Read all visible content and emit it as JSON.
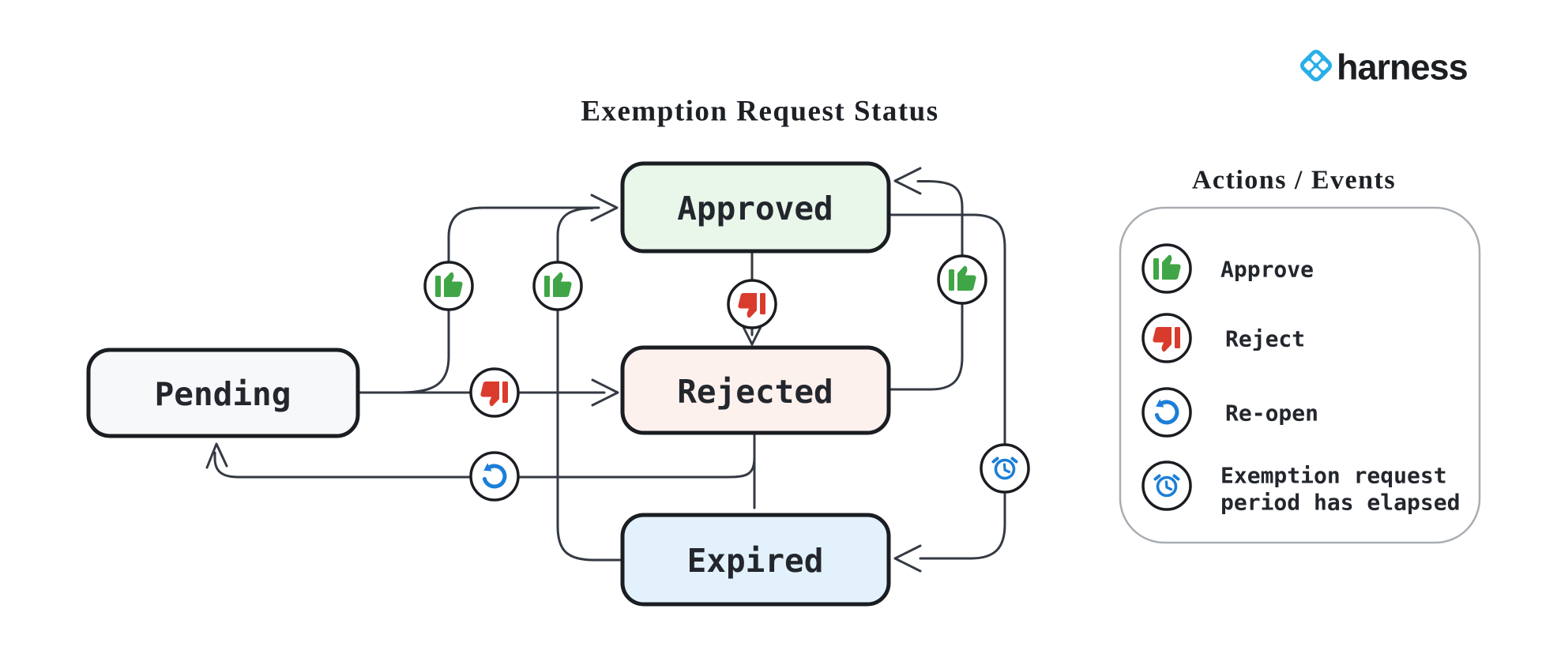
{
  "logo": {
    "brand": "harness"
  },
  "diagram": {
    "title": "Exemption Request Status",
    "states": [
      {
        "id": "pending",
        "label": "Pending"
      },
      {
        "id": "approved",
        "label": "Approved"
      },
      {
        "id": "rejected",
        "label": "Rejected"
      },
      {
        "id": "expired",
        "label": "Expired"
      }
    ],
    "transitions": [
      {
        "from": "Pending",
        "to": "Approved",
        "action": "Approve"
      },
      {
        "from": "Pending",
        "to": "Rejected",
        "action": "Reject"
      },
      {
        "from": "Approved",
        "to": "Rejected",
        "action": "Reject"
      },
      {
        "from": "Rejected",
        "to": "Approved",
        "action": "Approve"
      },
      {
        "from": "Expired",
        "to": "Approved",
        "action": "Approve"
      },
      {
        "from": "Approved",
        "to": "Expired",
        "action": "Exemption request period has elapsed"
      },
      {
        "from": "Rejected",
        "to": "Pending",
        "action": "Re-open"
      },
      {
        "from": "Rejected",
        "to": "Expired",
        "action": ""
      }
    ]
  },
  "legend": {
    "title": "Actions / Events",
    "items": [
      {
        "icon": "thumbs-up-icon",
        "label": "Approve"
      },
      {
        "icon": "thumbs-down-icon",
        "label": "Reject"
      },
      {
        "icon": "reopen-icon",
        "label": "Re-open"
      },
      {
        "icon": "alarm-clock-icon",
        "label": "Exemption request period has elapsed",
        "label_line1": "Exemption request",
        "label_line2": "period has elapsed"
      }
    ]
  },
  "colors": {
    "edge": "#343a43",
    "node-border": "#1a1d22",
    "panel-border": "#a9aeb4",
    "green": "#3fa546",
    "red": "#d93b2c",
    "blue": "#1c7ed6",
    "brand-blue": "#28b0e6",
    "brand-text": "#1c1f22",
    "pending-fill": "#f6f8f9",
    "approved-fill": "#e9f7eb",
    "rejected-fill": "#fdf1ee",
    "expired-fill": "#e2f1fb",
    "title-color": "#1d2025",
    "label-color": "#23272d"
  }
}
